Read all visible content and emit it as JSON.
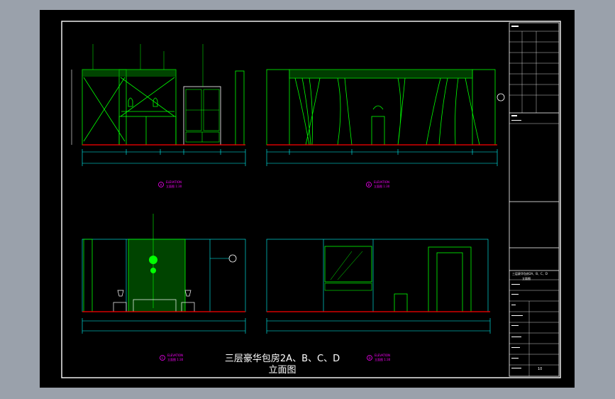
{
  "drawing": {
    "title_line1": "三层豪华包房2A、B、C、D",
    "title_line2": "立面图"
  },
  "elevation_tags": [
    {
      "id": "tag-a",
      "code": "A",
      "label": "ELEVATION",
      "sub": "立面图 1:30"
    },
    {
      "id": "tag-b",
      "code": "B",
      "label": "ELEVATION",
      "sub": "立面图 1:30"
    },
    {
      "id": "tag-c",
      "code": "C",
      "label": "ELEVATION",
      "sub": "立面图 1:30"
    },
    {
      "id": "tag-d",
      "code": "D",
      "label": "ELEVATION",
      "sub": "立面图 1:30"
    }
  ],
  "title_block": {
    "project_line": "三层豪华包房2A、B、C、D",
    "project_line2": "立面图",
    "sheet_no": "10"
  },
  "colors": {
    "background": "#000000",
    "frame": "#ffffff",
    "linework": "#00ff00",
    "accent": "#00ffff",
    "floor": "#ff0000",
    "magenta": "#ff00ff",
    "canvas_outer": "#9aa1ab"
  }
}
